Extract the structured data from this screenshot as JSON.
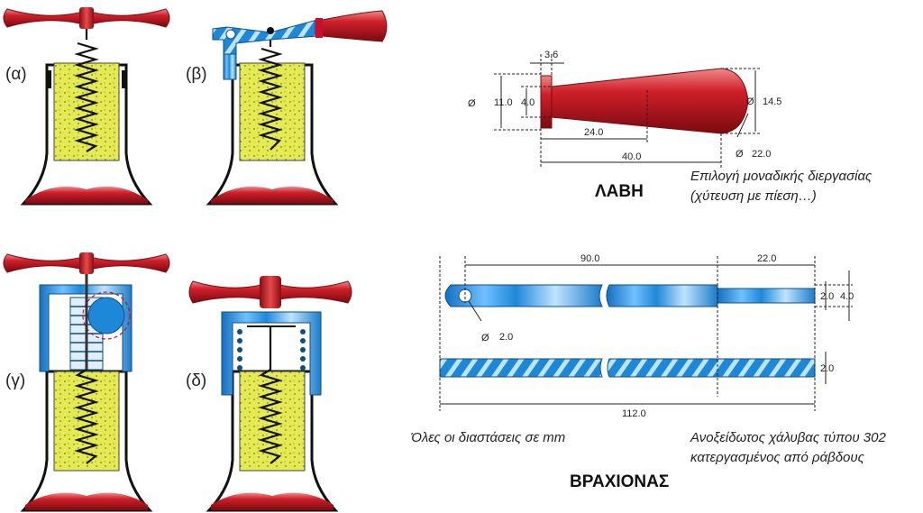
{
  "figures": {
    "a_label": "(α)",
    "b_label": "(β)",
    "c_label": "(γ)",
    "d_label": "(δ)"
  },
  "handle": {
    "title": "ΛΑΒΗ",
    "dims": {
      "d36": "3.6",
      "d110": "11.0",
      "d40": "4.0",
      "d240": "24.0",
      "d400": "40.0",
      "d145": "14.5",
      "d220": "22.0"
    },
    "note_line1": "Επιλογή μοναδικής διεργασίας",
    "note_line2": "(χύτευση με πίεση…)"
  },
  "lever": {
    "title": "ΒΡΑΧΙΟΝΑΣ",
    "dims": {
      "d900": "90.0",
      "d220": "22.0",
      "d20a": "2.0",
      "d40": "4.0",
      "d20hole": "2.0",
      "d20b": "2.0",
      "d1120": "112.0"
    },
    "note_units": "Όλες οι διαστάσεις σε mm",
    "note_material1": "Ανοξείδωτος χάλυβας τύπου 302",
    "note_material2": "κατεργασμένος από ράβδους"
  },
  "symbols": {
    "diameter": "Ø"
  },
  "colors": {
    "red": "#c8102e",
    "blue": "#1e88d8",
    "cork": "#e3e84a",
    "black": "#111111"
  }
}
